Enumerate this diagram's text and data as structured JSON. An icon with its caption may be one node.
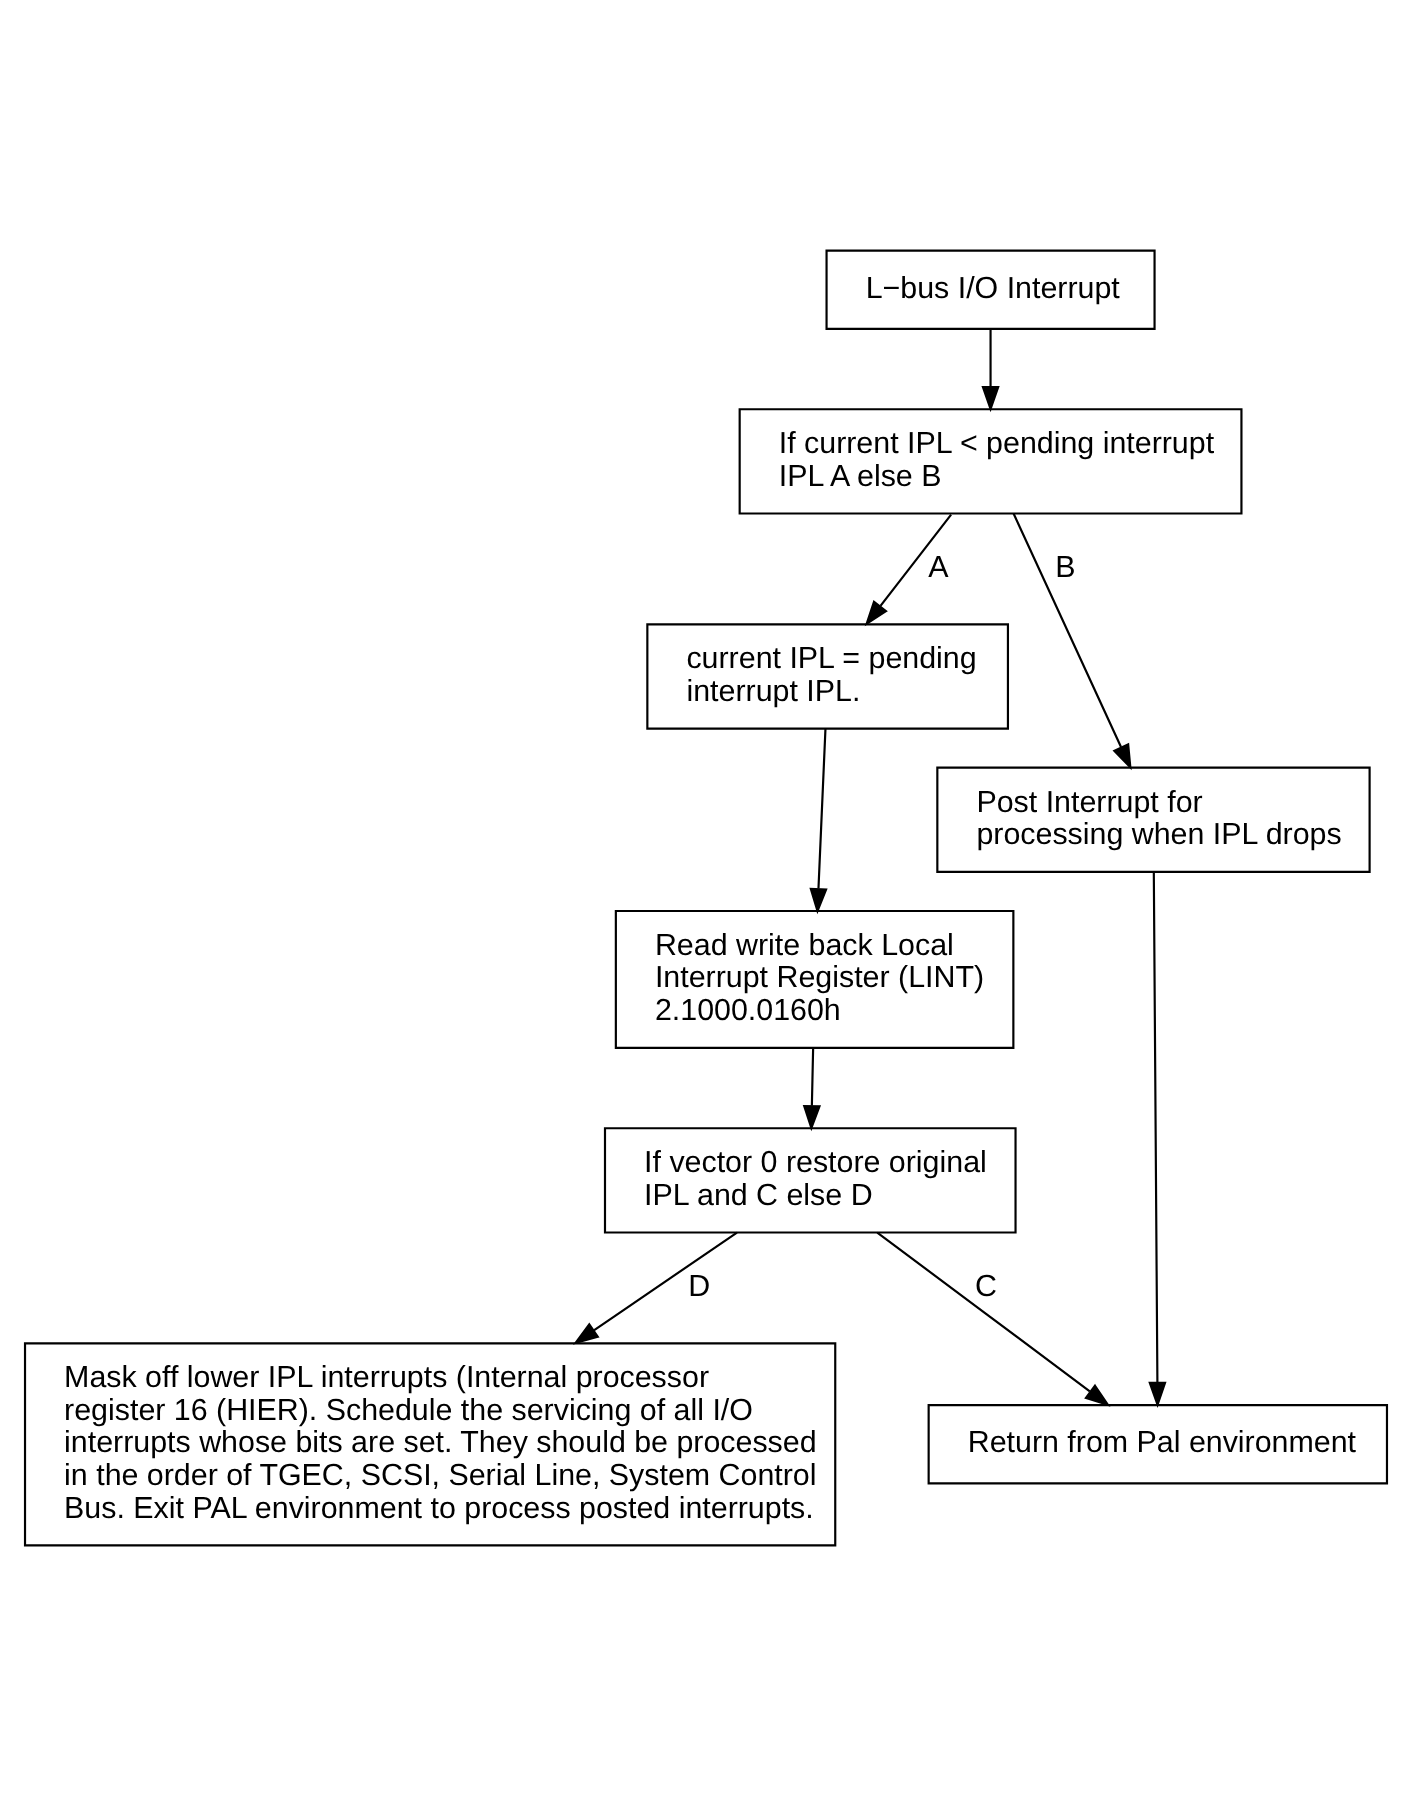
{
  "diagram": {
    "nodes": [
      {
        "text": [
          "L−bus I/O Interrupt"
        ]
      },
      {
        "text": [
          "If current IPL < pending interrupt IPL A else B"
        ]
      },
      {
        "text": [
          "current IPL = pending interrupt IPL."
        ]
      },
      {
        "text": [
          "Post Interrupt for processing when IPL drops"
        ]
      },
      {
        "text": [
          "Read write back Local Interrupt Register (LINT) 2.1000.0160h"
        ]
      },
      {
        "text": [
          "Return from Pal environment"
        ]
      },
      {
        "text": [
          "If vector 0 restore original IPL and C else D"
        ]
      },
      {
        "text": [
          "Mask off lower IPL interrupts (Internal processor register 16 (HIER). Schedule the servicing of all I/O interrupts whose bits are set. They should be processed in the order of TGEC, SCSI, Serial Line, System Control Bus. Exit PAL environment to process posted interrupts."
        ]
      }
    ],
    "edges": [
      {
        "from": 0,
        "to": 1,
        "arrow": "to"
      },
      {
        "from": 1,
        "to": 2,
        "arrow": "to",
        "label": "A"
      },
      {
        "from": 1,
        "to": 3,
        "arrow": "to",
        "label": "B"
      },
      {
        "from": 2,
        "to": 4,
        "arrow": "to"
      },
      {
        "from": 3,
        "to": 5,
        "arrow": "to"
      },
      {
        "from": 4,
        "to": 6,
        "arrow": "to"
      },
      {
        "from": 6,
        "to": 5,
        "arrow": "to",
        "label": "C"
      },
      {
        "from": 6,
        "to": 7,
        "arrow": "to",
        "label": "D"
      }
    ]
  }
}
